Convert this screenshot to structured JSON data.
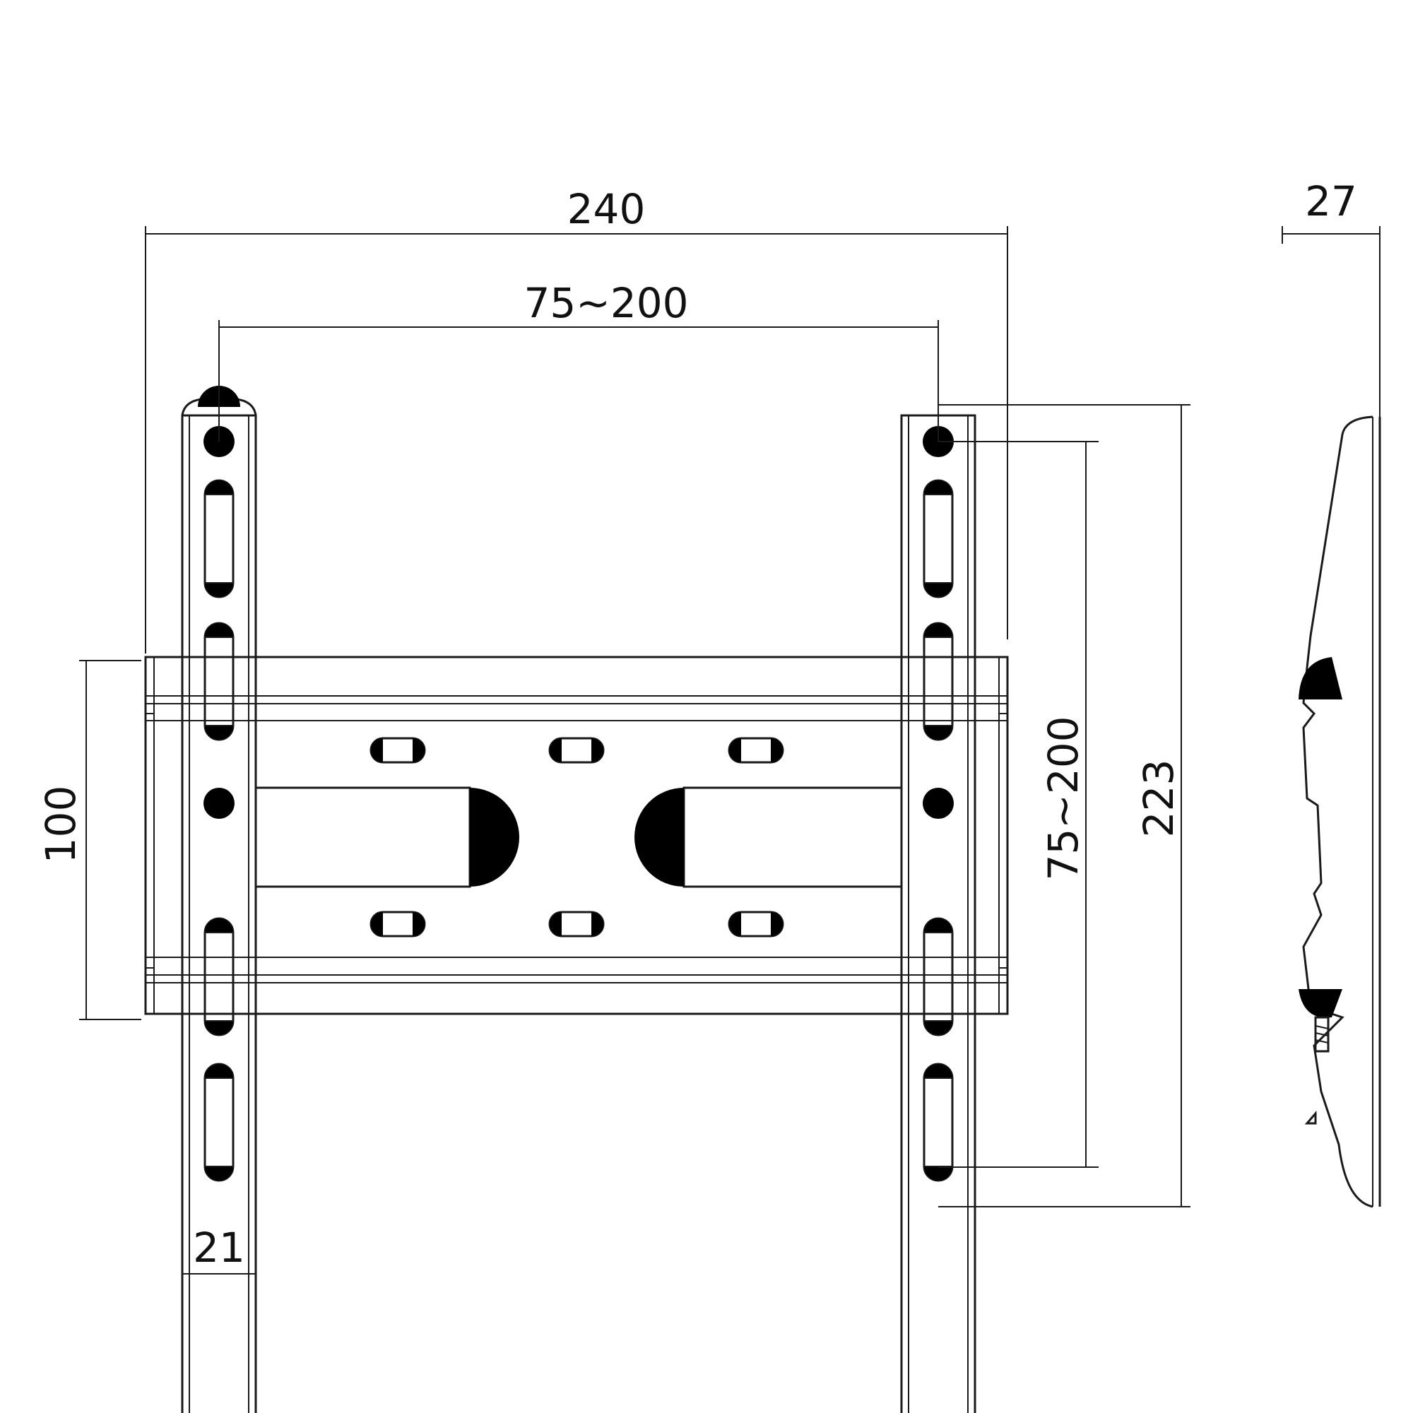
{
  "dimensions": {
    "overall_width": "240",
    "vesa_horizontal": "75~200",
    "bracket_depth": "27",
    "rail_height": "100",
    "vesa_vertical": "75~200",
    "overall_height": "223",
    "arm_width": "21"
  },
  "colors": {
    "line": "#1a1a1a",
    "fill": "#000000",
    "background": "#ffffff"
  }
}
